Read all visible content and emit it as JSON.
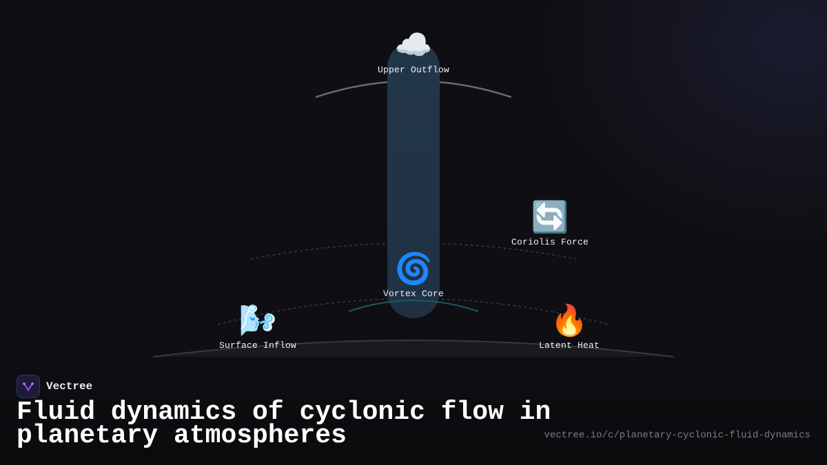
{
  "diagram": {
    "nodes": {
      "upper_outflow": {
        "icon": "cloud-icon",
        "emoji": "☁️",
        "label": "Upper Outflow"
      },
      "coriolis_force": {
        "icon": "rotation-arrows-icon",
        "emoji": "🔄",
        "label": "Coriolis Force"
      },
      "vortex_core": {
        "icon": "cyclone-icon",
        "emoji": "🌀",
        "label": "Vortex Core"
      },
      "surface_inflow": {
        "icon": "wind-icon",
        "emoji": "🌬️",
        "label": "Surface Inflow"
      },
      "latent_heat": {
        "icon": "fire-icon",
        "emoji": "🔥",
        "label": "Latent Heat"
      }
    },
    "colors": {
      "column": "#22364a",
      "arc_top": "#6b6b70",
      "arc_core": "#1b5b66",
      "arc_dashed": "#4a4a52",
      "arc_base": "#3a3a3e"
    }
  },
  "brand": {
    "name": "Vectree",
    "logo_icon": "vectree-logo-icon"
  },
  "title": "Fluid dynamics of cyclonic flow in planetary atmospheres",
  "url": "vectree.io/c/planetary-cyclonic-fluid-dynamics"
}
